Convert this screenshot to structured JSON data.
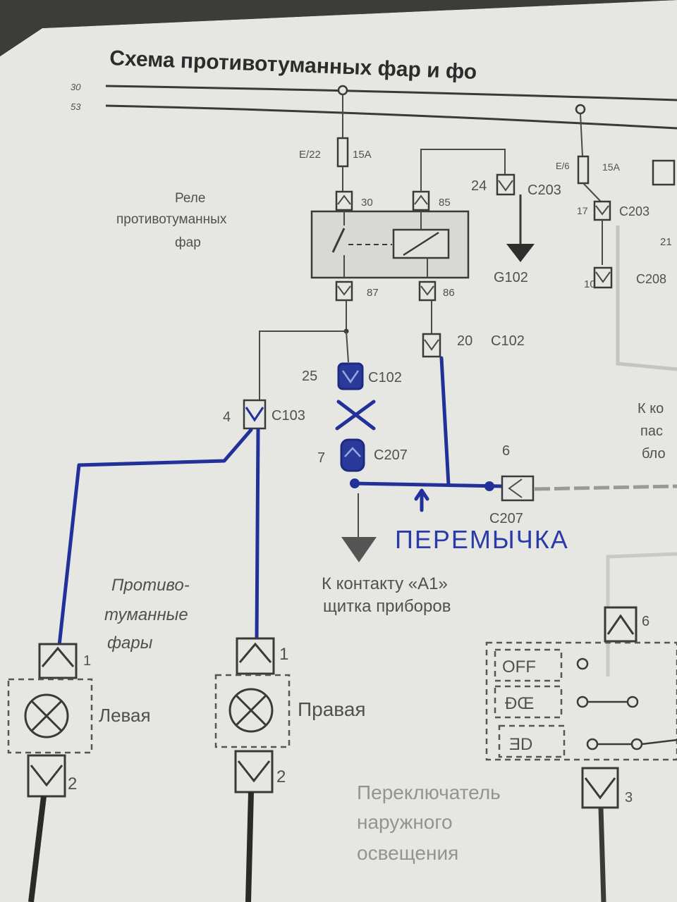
{
  "title": "Схема противотуманных фар и фо",
  "bus": {
    "line1": "30",
    "line2": "53"
  },
  "fuse_left": {
    "id": "E/22",
    "rating": "15A"
  },
  "fuse_right": {
    "id": "E/6",
    "rating": "15A"
  },
  "relay": {
    "label_line1": "Реле",
    "label_line2": "противотуманных",
    "label_line3": "фар",
    "pin_30": "30",
    "pin_85": "85",
    "pin_87": "87",
    "pin_86": "86"
  },
  "connectors": {
    "c203_pin": "24",
    "c203": "C203",
    "c203b_pin": "17",
    "c203b": "C203",
    "c208_pin": "10",
    "c208": "C208",
    "c102a_pin": "20",
    "c102a": "C102",
    "c102b_pin": "25",
    "c102b": "C102",
    "c103_pin": "4",
    "c103": "C103",
    "c207a_pin": "7",
    "c207a": "C207",
    "c207b_pin": "6",
    "c207b": "C207",
    "right_num": "21"
  },
  "ground": "G102",
  "jumper_note": "ПЕРЕМЫЧКА",
  "to_contact_line1": "К контакту «А1»",
  "to_contact_line2": "щитка приборов",
  "lamps": {
    "group_line1": "Противо-",
    "group_line2": "туманные",
    "group_line3": "фары",
    "left": "Левая",
    "right": "Правая",
    "pin_top": "1",
    "pin_bottom": "2"
  },
  "switch": {
    "off": "OFF",
    "pos2": "ĐŒ",
    "pos3": "ƎD",
    "pin_top": "6",
    "pin_bottom": "3",
    "label_line1": "Переключатель",
    "label_line2": "наружного",
    "label_line3": "освещения"
  },
  "right_cut": {
    "line1": "К ко",
    "line2": "пас",
    "line3": "бло"
  }
}
